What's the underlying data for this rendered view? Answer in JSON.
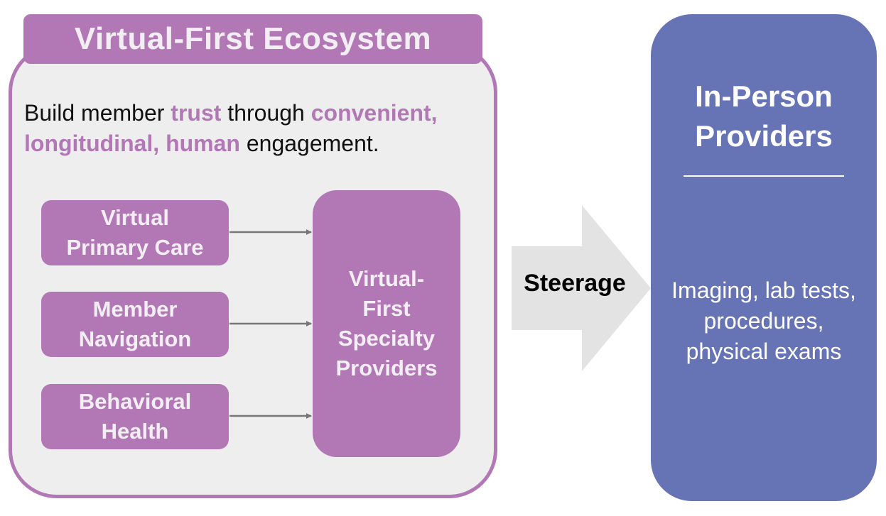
{
  "ecosystem": {
    "title": "Virtual-First Ecosystem",
    "tagline": {
      "prefix": "Build member ",
      "trust": "trust",
      "through": " through ",
      "qualities": "convenient, longitudinal, human",
      "suffix": " engagement."
    },
    "sources": [
      {
        "label": "Virtual\nPrimary Care"
      },
      {
        "label": "Member\nNavigation"
      },
      {
        "label": "Behavioral\nHealth"
      }
    ],
    "target": {
      "label": "Virtual-\nFirst\nSpecialty\nProviders"
    }
  },
  "steerage": {
    "label": "Steerage"
  },
  "in_person": {
    "title": "In-Person\nProviders",
    "description": "Imaging, lab tests,\nprocedures,\nphysical exams"
  },
  "colors": {
    "accent_purple": "#b278b5",
    "panel_gray": "#eeeeee",
    "provider_blue": "#6674b6",
    "arrow_gray": "#e3e3e3",
    "connector_gray": "#777777"
  }
}
